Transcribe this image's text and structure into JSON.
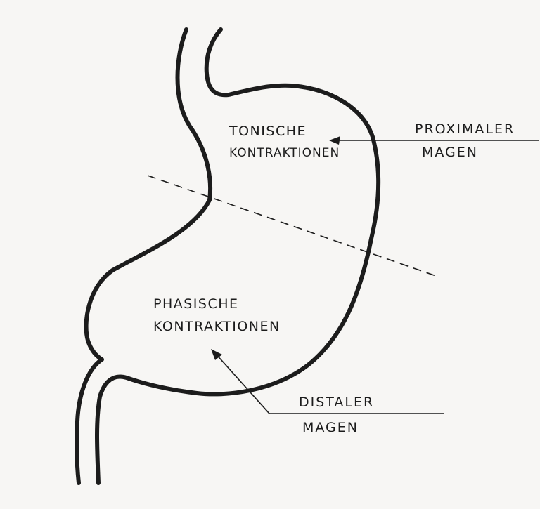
{
  "labels": {
    "proximal_region": [
      "TONISCHE",
      "KONTRAKTIONEN"
    ],
    "distal_region": [
      "PHASISCHE",
      "KONTRAKTIONEN"
    ],
    "proximal_callout": [
      "PROXIMALER",
      "MAGEN"
    ],
    "distal_callout": [
      "DISTALER",
      "MAGEN"
    ]
  },
  "colors": {
    "ink": "#1c1c1c",
    "paper": "#f7f6f4"
  }
}
